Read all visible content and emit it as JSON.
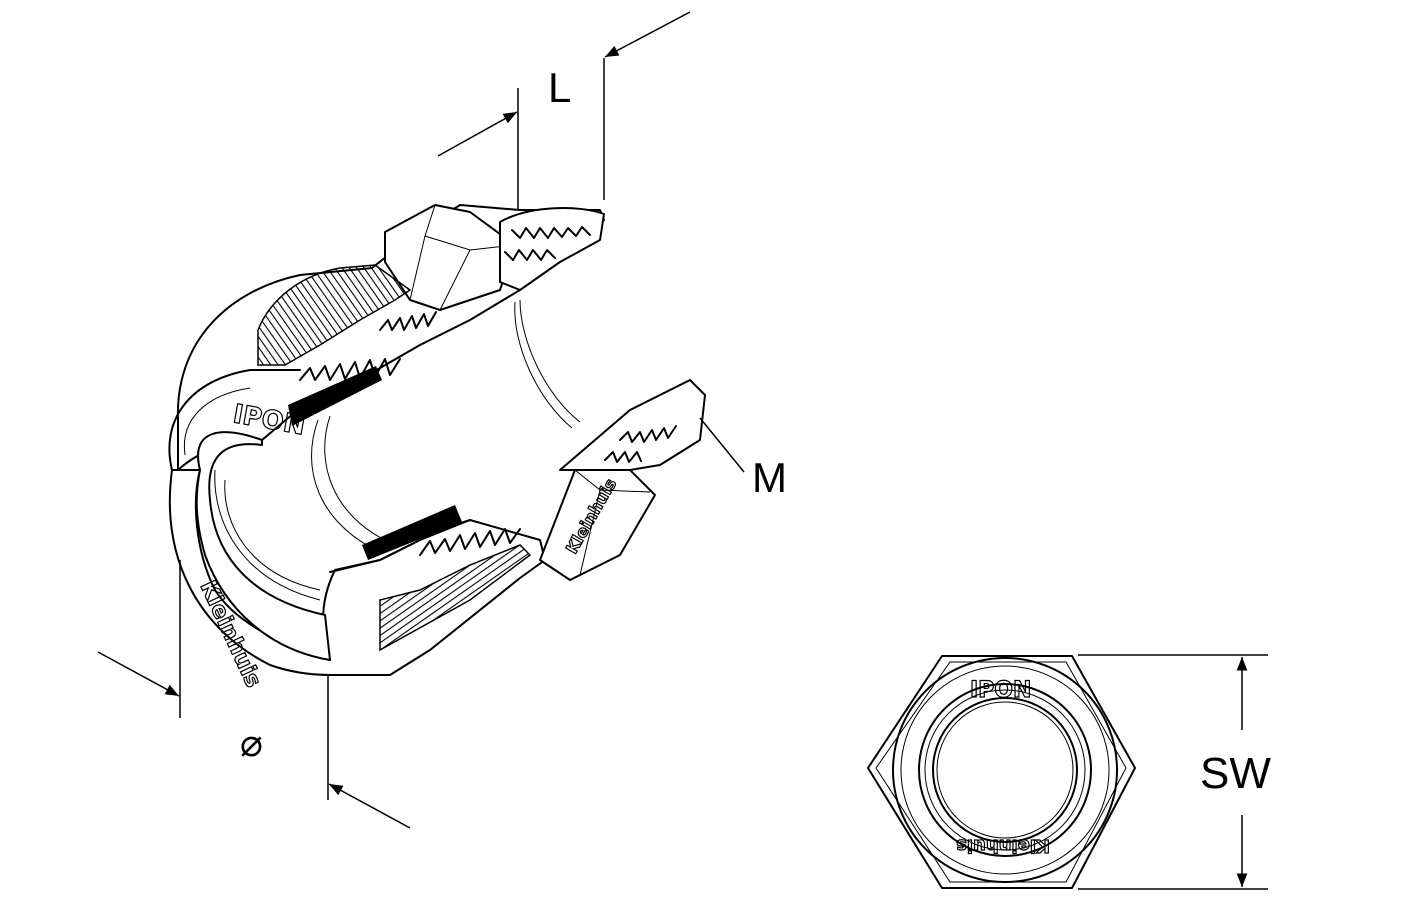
{
  "diagram": {
    "dimensions": {
      "length_label": "L",
      "thread_label": "M",
      "diameter_label": "⌀",
      "wrench_size_label": "SW"
    },
    "embossing": {
      "brand": "Kleinhuis",
      "product": "IPON"
    }
  }
}
